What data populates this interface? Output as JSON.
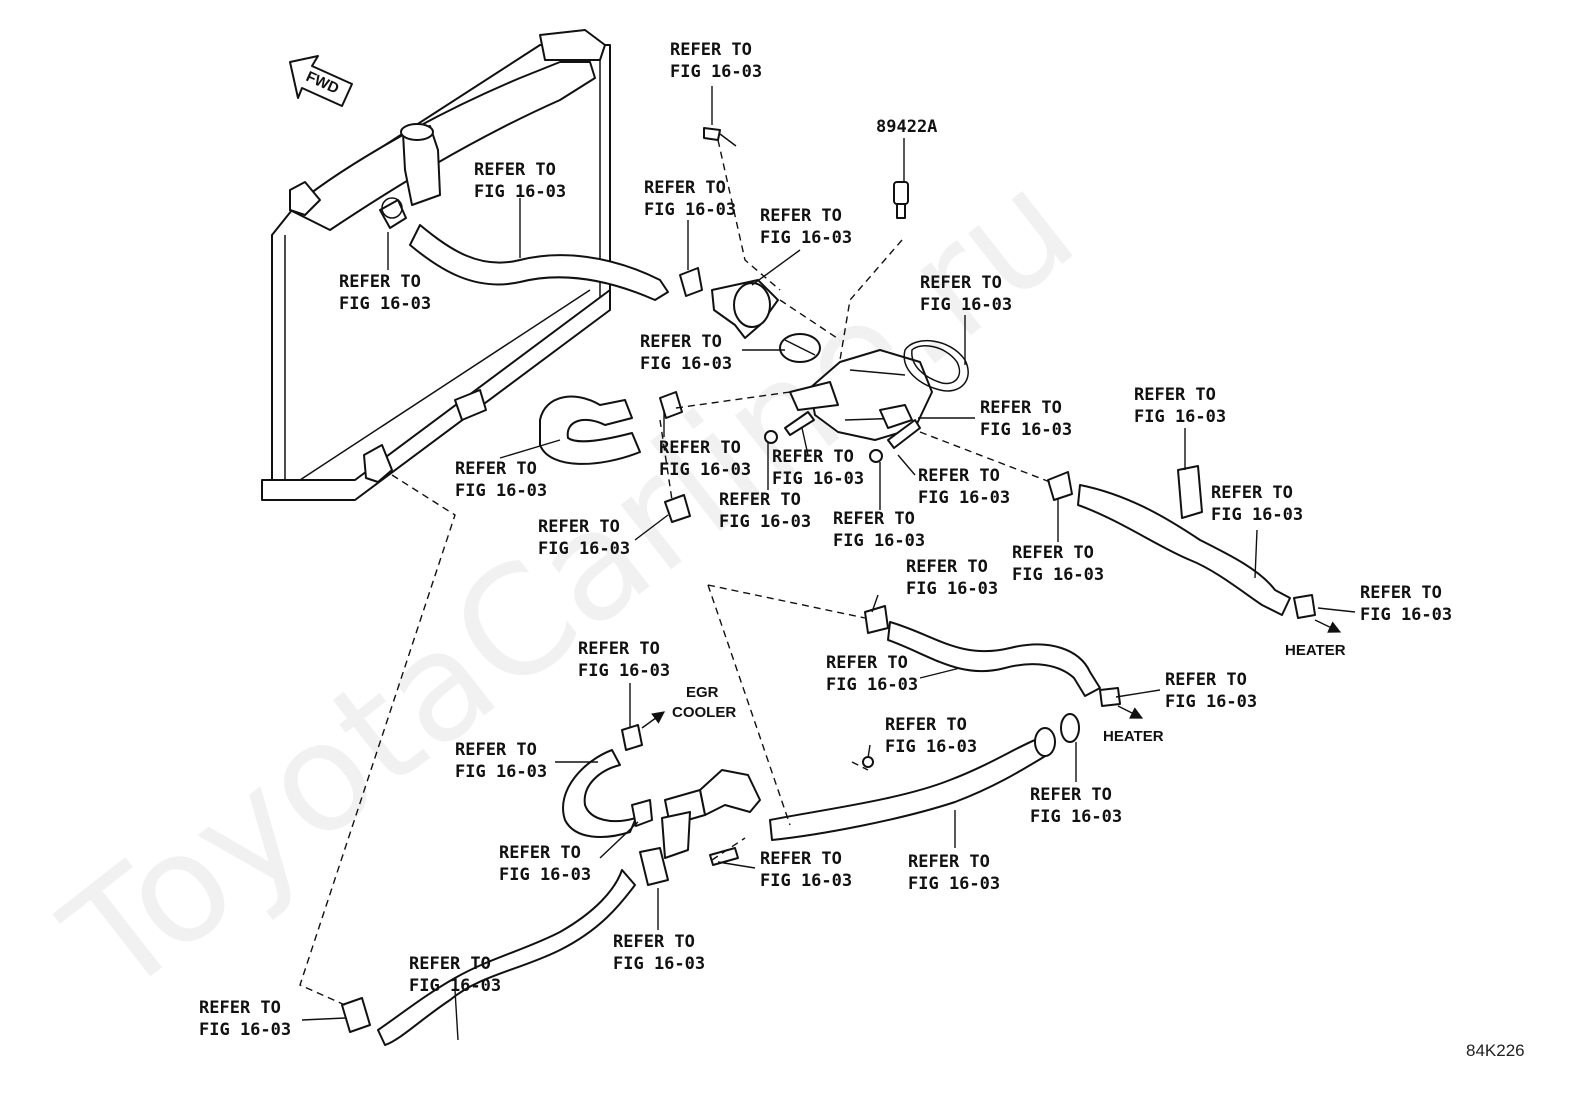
{
  "part_number": "89422A",
  "refer_label": {
    "line1": "REFER TO",
    "line2": "FIG 16-03"
  },
  "direction_label": "FWD",
  "destinations": {
    "egr_cooler_line1": "EGR",
    "egr_cooler_line2": "COOLER",
    "heater": "HEATER"
  },
  "figure_code": "84K226",
  "watermark": "ToyotaCarline.ru",
  "icons": [
    "fwd-arrow-icon",
    "flow-arrow-icon"
  ]
}
